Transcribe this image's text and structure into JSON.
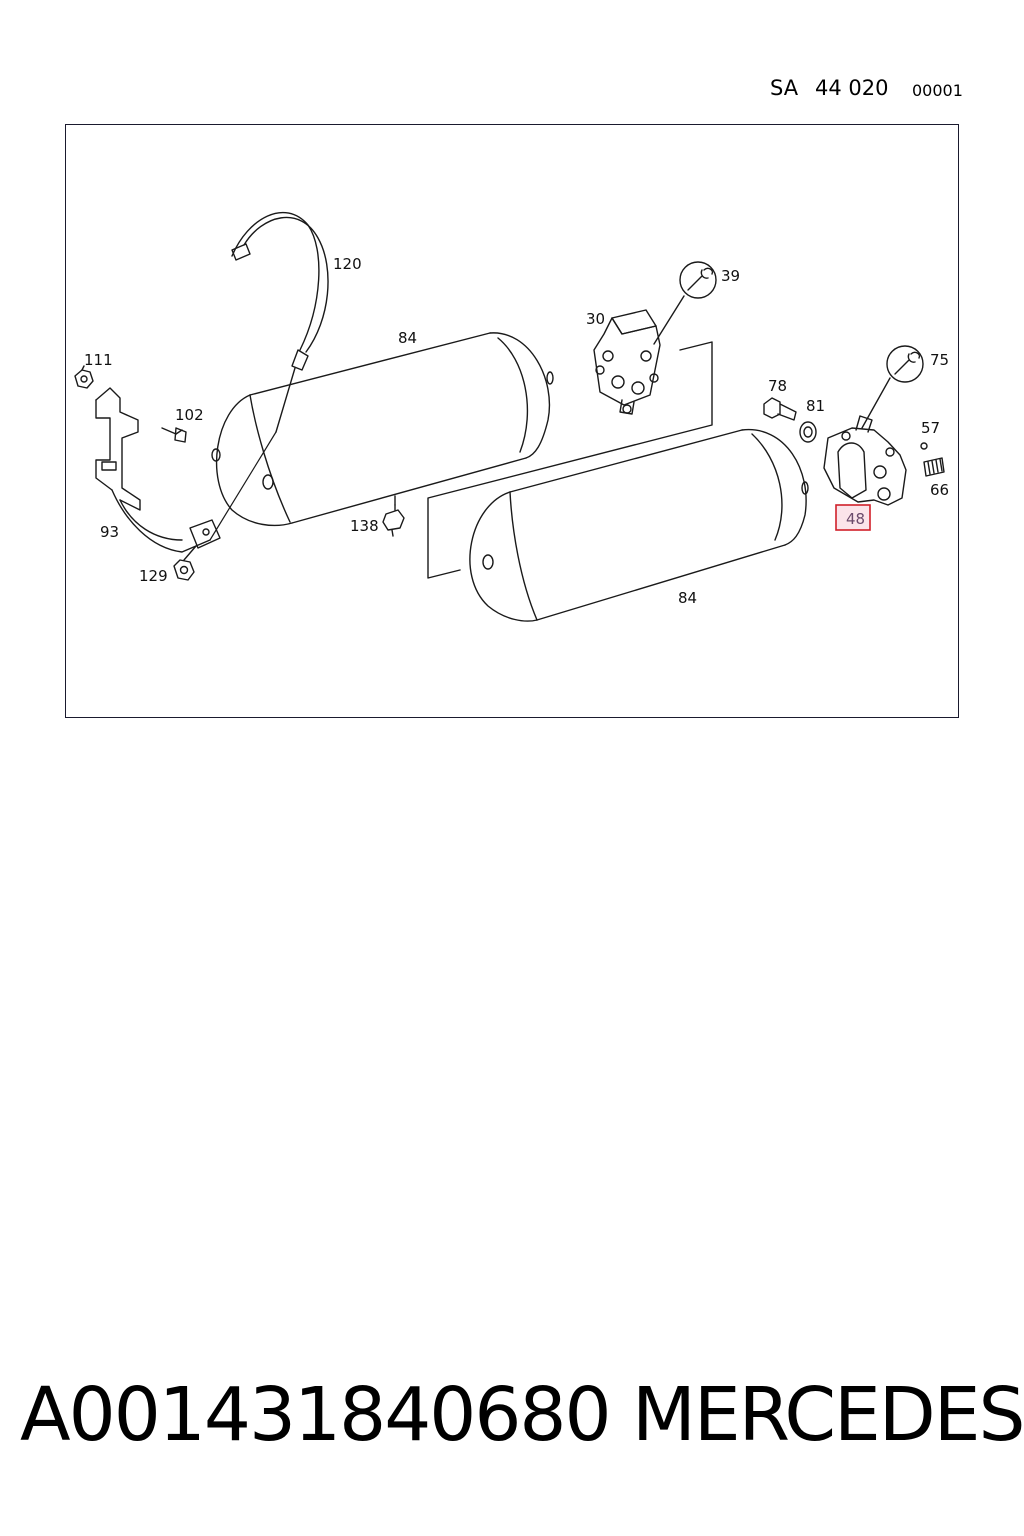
{
  "header": {
    "prefix": "SA",
    "group_code": "44 020",
    "sheet_number": "00001"
  },
  "diagram": {
    "callouts": {
      "c120": "120",
      "c84_top": "84",
      "c39": "39",
      "c30": "30",
      "c75": "75",
      "c111": "111",
      "c102": "102",
      "c78": "78",
      "c81": "81",
      "c57": "57",
      "c66": "66",
      "c93": "93",
      "c138": "138",
      "c48": "48",
      "c129": "129",
      "c84_bottom": "84"
    },
    "highlighted_callout": "48",
    "highlight_color": "#d0202a",
    "highlight_fill": "#fbe4ea",
    "icons": [
      "wrench-icon",
      "wrench-icon"
    ]
  },
  "footer": {
    "part_number": "A001431840680",
    "brand": "MERCEDES"
  }
}
